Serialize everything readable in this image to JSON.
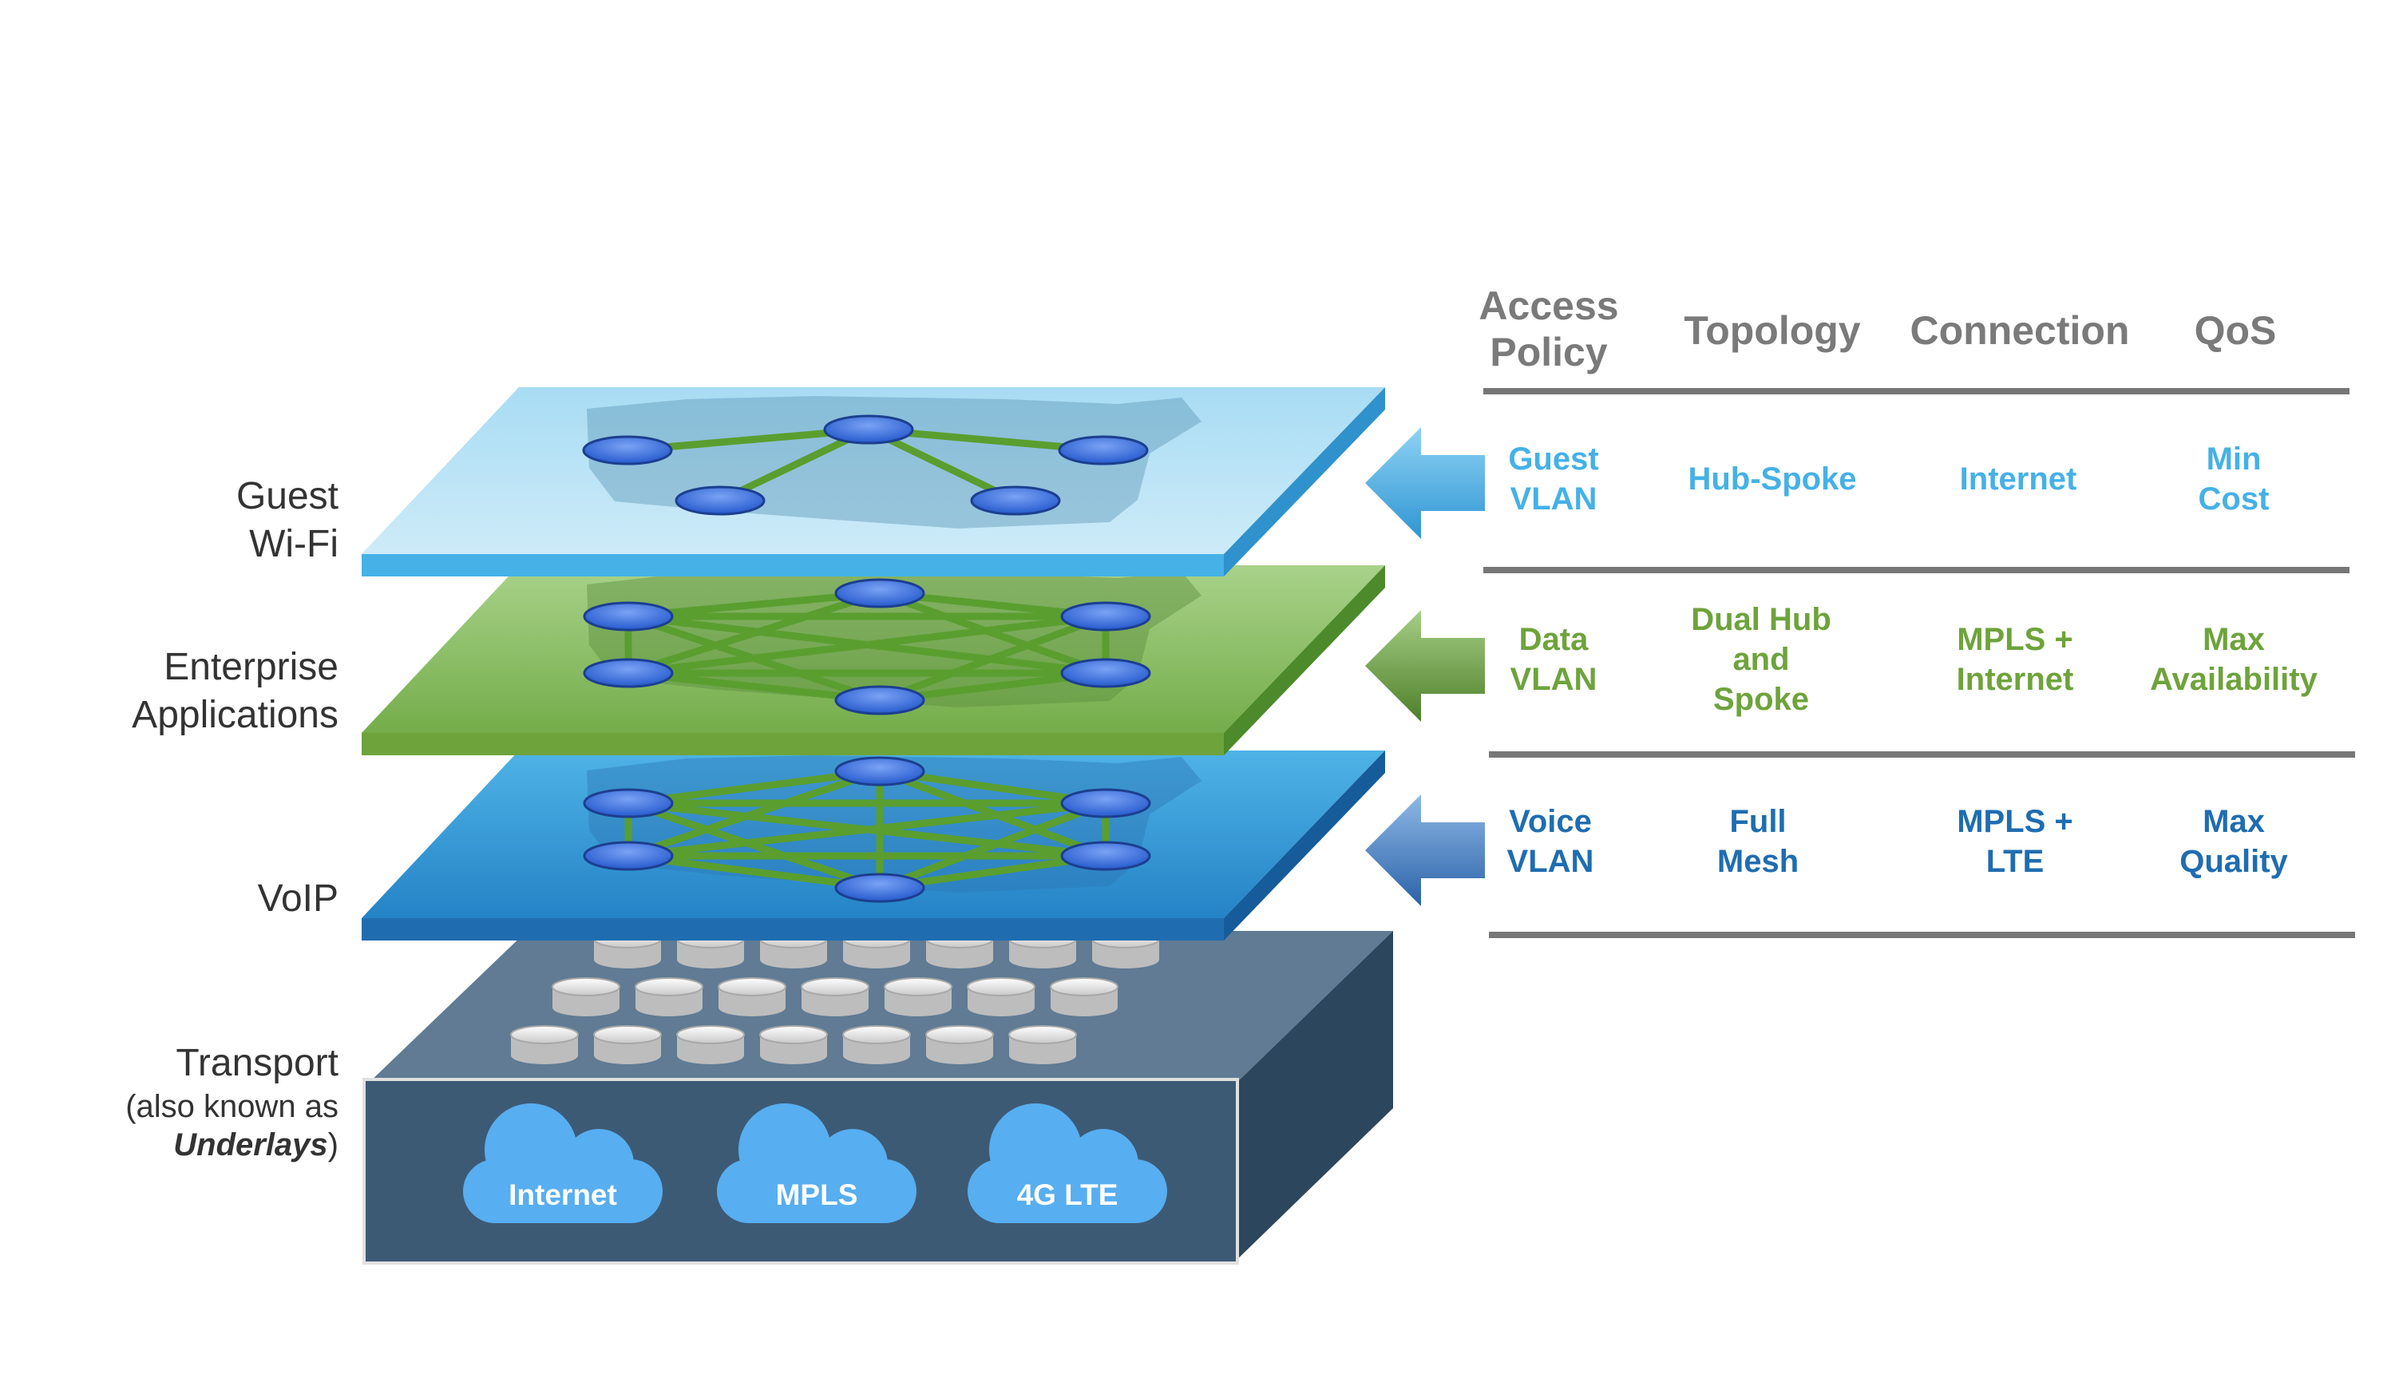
{
  "layers": {
    "guest_wifi": {
      "line1": "Guest",
      "line2": "Wi-Fi"
    },
    "enterprise": {
      "line1": "Enterprise",
      "line2": "Applications"
    },
    "voip": {
      "line1": "VoIP"
    },
    "transport": {
      "line1": "Transport",
      "line2a": "(also known as",
      "line2b": "Underlays",
      "line2c": ")"
    }
  },
  "transport_clouds": [
    "Internet",
    "MPLS",
    "4G LTE"
  ],
  "table": {
    "headers": {
      "access_policy": {
        "line1": "Access",
        "line2": "Policy"
      },
      "topology": "Topology",
      "connection": "Connection",
      "qos": "QoS"
    },
    "rows": [
      {
        "id": "guest-wifi",
        "access_policy": [
          "Guest",
          "VLAN"
        ],
        "topology": [
          "Hub-Spoke"
        ],
        "connection": [
          "Internet"
        ],
        "qos": [
          "Min",
          "Cost"
        ]
      },
      {
        "id": "enterprise",
        "access_policy": [
          "Data",
          "VLAN"
        ],
        "topology": [
          "Dual Hub",
          "and",
          "Spoke"
        ],
        "connection": [
          "MPLS +",
          "Internet"
        ],
        "qos": [
          "Max",
          "Availability"
        ]
      },
      {
        "id": "voip",
        "access_policy": [
          "Voice",
          "VLAN"
        ],
        "topology": [
          "Full",
          "Mesh"
        ],
        "connection": [
          "MPLS +",
          "LTE"
        ],
        "qos": [
          "Max",
          "Quality"
        ]
      }
    ]
  },
  "colors": {
    "wifi": "#45b1e6",
    "enterprise": "#6ea33c",
    "voip": "#1f6db0",
    "transport": "#3d5a75",
    "rule": "#777777",
    "header_text": "#7a7a7a",
    "label_text": "#333333"
  }
}
